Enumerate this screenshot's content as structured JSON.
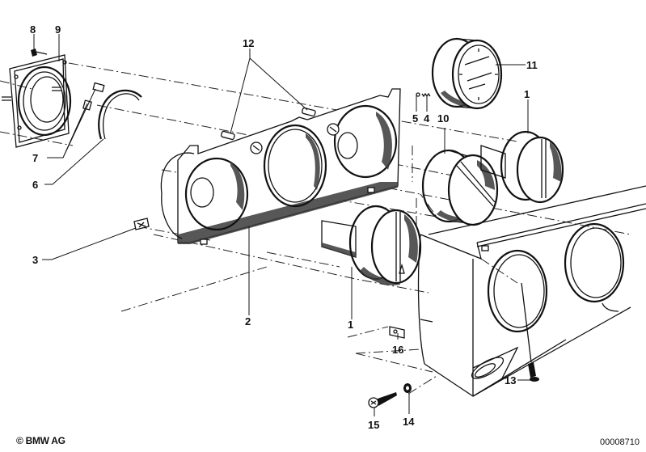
{
  "diagram": {
    "title": "Instrument panel gauge housing / fresh-air vents exploded view",
    "parts": [
      {
        "id": "1a",
        "label": "1",
        "description": "Fresh air outlet (right)"
      },
      {
        "id": "1b",
        "label": "1",
        "description": "Fresh air outlet (center)"
      },
      {
        "id": "2",
        "label": "2",
        "description": "Instrument carrier / housing"
      },
      {
        "id": "3",
        "label": "3",
        "description": "Clip"
      },
      {
        "id": "4",
        "label": "4",
        "description": "Spring"
      },
      {
        "id": "5",
        "label": "5",
        "description": "Pin"
      },
      {
        "id": "6",
        "label": "6",
        "description": "Retaining ring"
      },
      {
        "id": "7",
        "label": "7",
        "description": "Bulb holders"
      },
      {
        "id": "8",
        "label": "8",
        "description": "Screw"
      },
      {
        "id": "9",
        "label": "9",
        "description": "Gauge housing"
      },
      {
        "id": "10",
        "label": "10",
        "description": "Fresh air outlet"
      },
      {
        "id": "11",
        "label": "11",
        "description": "Clock"
      },
      {
        "id": "12",
        "label": "12",
        "description": "Bulb sockets"
      },
      {
        "id": "13",
        "label": "13",
        "description": "Expanding rivet"
      },
      {
        "id": "14",
        "label": "14",
        "description": "Washer"
      },
      {
        "id": "15",
        "label": "15",
        "description": "Screw"
      },
      {
        "id": "16",
        "label": "16",
        "description": "Clip nut"
      }
    ]
  },
  "footer": {
    "copyright": "© BMW AG",
    "document_number": "00008710"
  }
}
